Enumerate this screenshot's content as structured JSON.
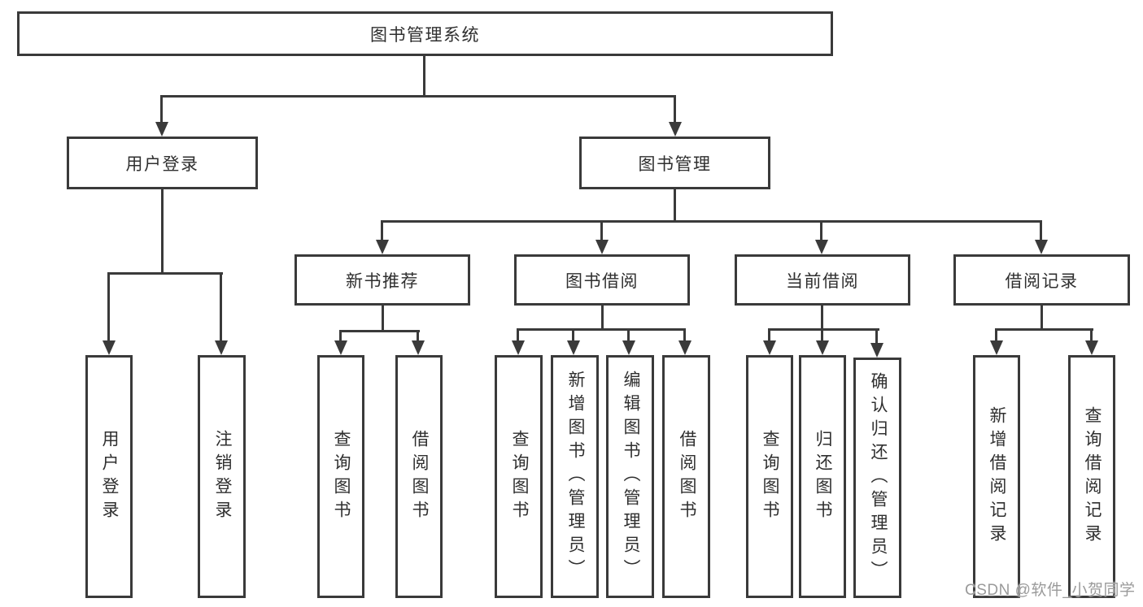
{
  "title": "图书管理系统",
  "tree": {
    "root": {
      "label": "图书管理系统"
    },
    "branches": [
      {
        "label": "用户登录",
        "children": [
          {
            "label": "用户登录"
          },
          {
            "label": "注销登录"
          }
        ]
      },
      {
        "label": "图书管理",
        "children": [
          {
            "label": "新书推荐",
            "children": [
              {
                "label": "查询图书"
              },
              {
                "label": "借阅图书"
              }
            ]
          },
          {
            "label": "图书借阅",
            "children": [
              {
                "label": "查询图书"
              },
              {
                "label": "新增图书（管理员）"
              },
              {
                "label": "编辑图书（管理员）"
              },
              {
                "label": "借阅图书"
              }
            ]
          },
          {
            "label": "当前借阅",
            "children": [
              {
                "label": "查询图书"
              },
              {
                "label": "归还图书"
              },
              {
                "label": "确认归还（管理员）"
              }
            ]
          },
          {
            "label": "借阅记录",
            "children": [
              {
                "label": "新增借阅记录"
              },
              {
                "label": "查询借阅记录"
              }
            ]
          }
        ]
      }
    ]
  },
  "watermark": {
    "text": "CSDN @软件_小贺同学"
  },
  "colors": {
    "line": "#3a3a3a",
    "text": "#2f2f2f",
    "box_bg": "#ffffff",
    "page_bg": "#ffffff",
    "watermark": "#9a9a9a"
  }
}
